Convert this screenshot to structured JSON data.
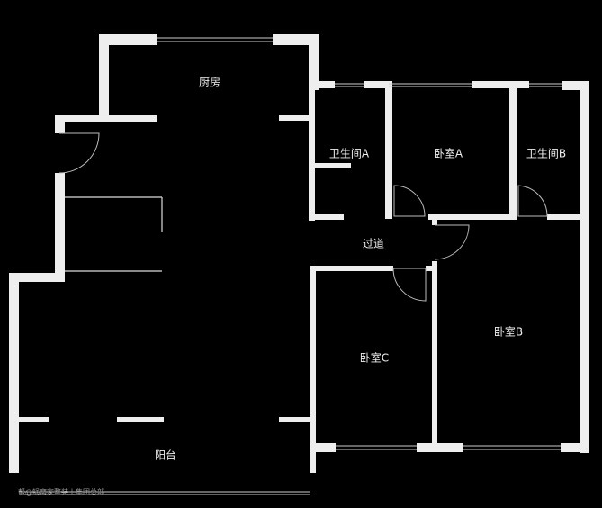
{
  "rooms": {
    "kitchen": "厨房",
    "bathroom_a": "卫生间A",
    "bedroom_a": "卧室A",
    "bathroom_b": "卫生间B",
    "hallway": "过道",
    "bedroom_b": "卧室B",
    "bedroom_c": "卧室C",
    "balcony": "阳台"
  },
  "watermark": "帮@蜗窝家整装丨集团总部",
  "colors": {
    "background": "#000000",
    "wall": "#eeeeee"
  }
}
